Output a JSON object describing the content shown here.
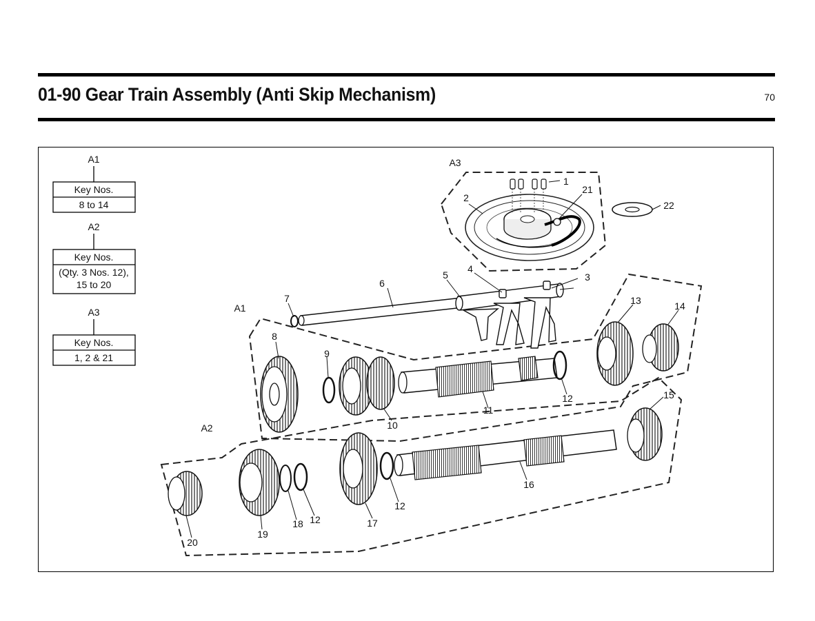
{
  "header": {
    "title": "01-90 Gear Train Assembly (Anti Skip Mechanism)",
    "page_number": "70"
  },
  "legend": [
    {
      "group": "A1",
      "heading": "Key Nos.",
      "lines": [
        "8 to 14"
      ]
    },
    {
      "group": "A2",
      "heading": "Key Nos.",
      "lines": [
        "(Qty. 3 Nos. 12),",
        "15 to 20"
      ]
    },
    {
      "group": "A3",
      "heading": "Key Nos.",
      "lines": [
        "1, 2 & 21"
      ]
    }
  ],
  "group_labels": {
    "a1": "A1",
    "a2": "A2",
    "a3": "A3"
  },
  "callouts": {
    "c1": "1",
    "c2": "2",
    "c3": "3",
    "c4": "4",
    "c5": "5",
    "c6": "6",
    "c7": "7",
    "c8": "8",
    "c9": "9",
    "c10": "10",
    "c11": "11",
    "c12a": "12",
    "c12b": "12",
    "c12c": "12",
    "c13": "13",
    "c14": "14",
    "c15": "15",
    "c16": "16",
    "c17": "17",
    "c18": "18",
    "c19": "19",
    "c20": "20",
    "c21": "21",
    "c22": "22"
  }
}
